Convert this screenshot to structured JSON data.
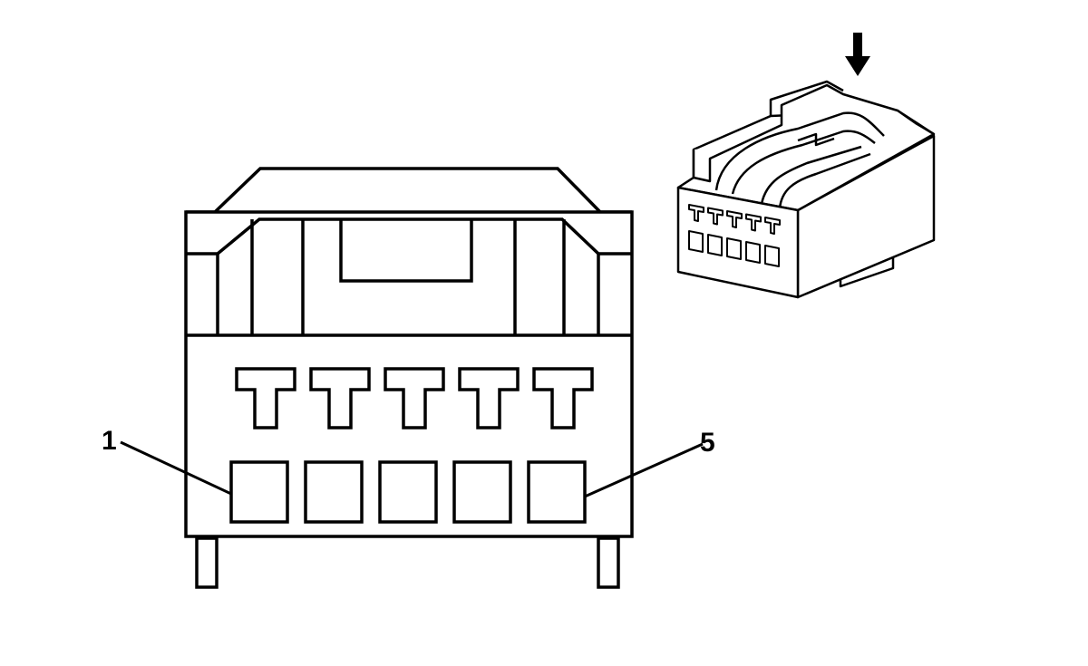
{
  "labels": {
    "pin_first": "1",
    "pin_last": "5"
  },
  "connector": {
    "pin_count": 5
  },
  "colors": {
    "line": "#000000",
    "fill": "#ffffff"
  }
}
